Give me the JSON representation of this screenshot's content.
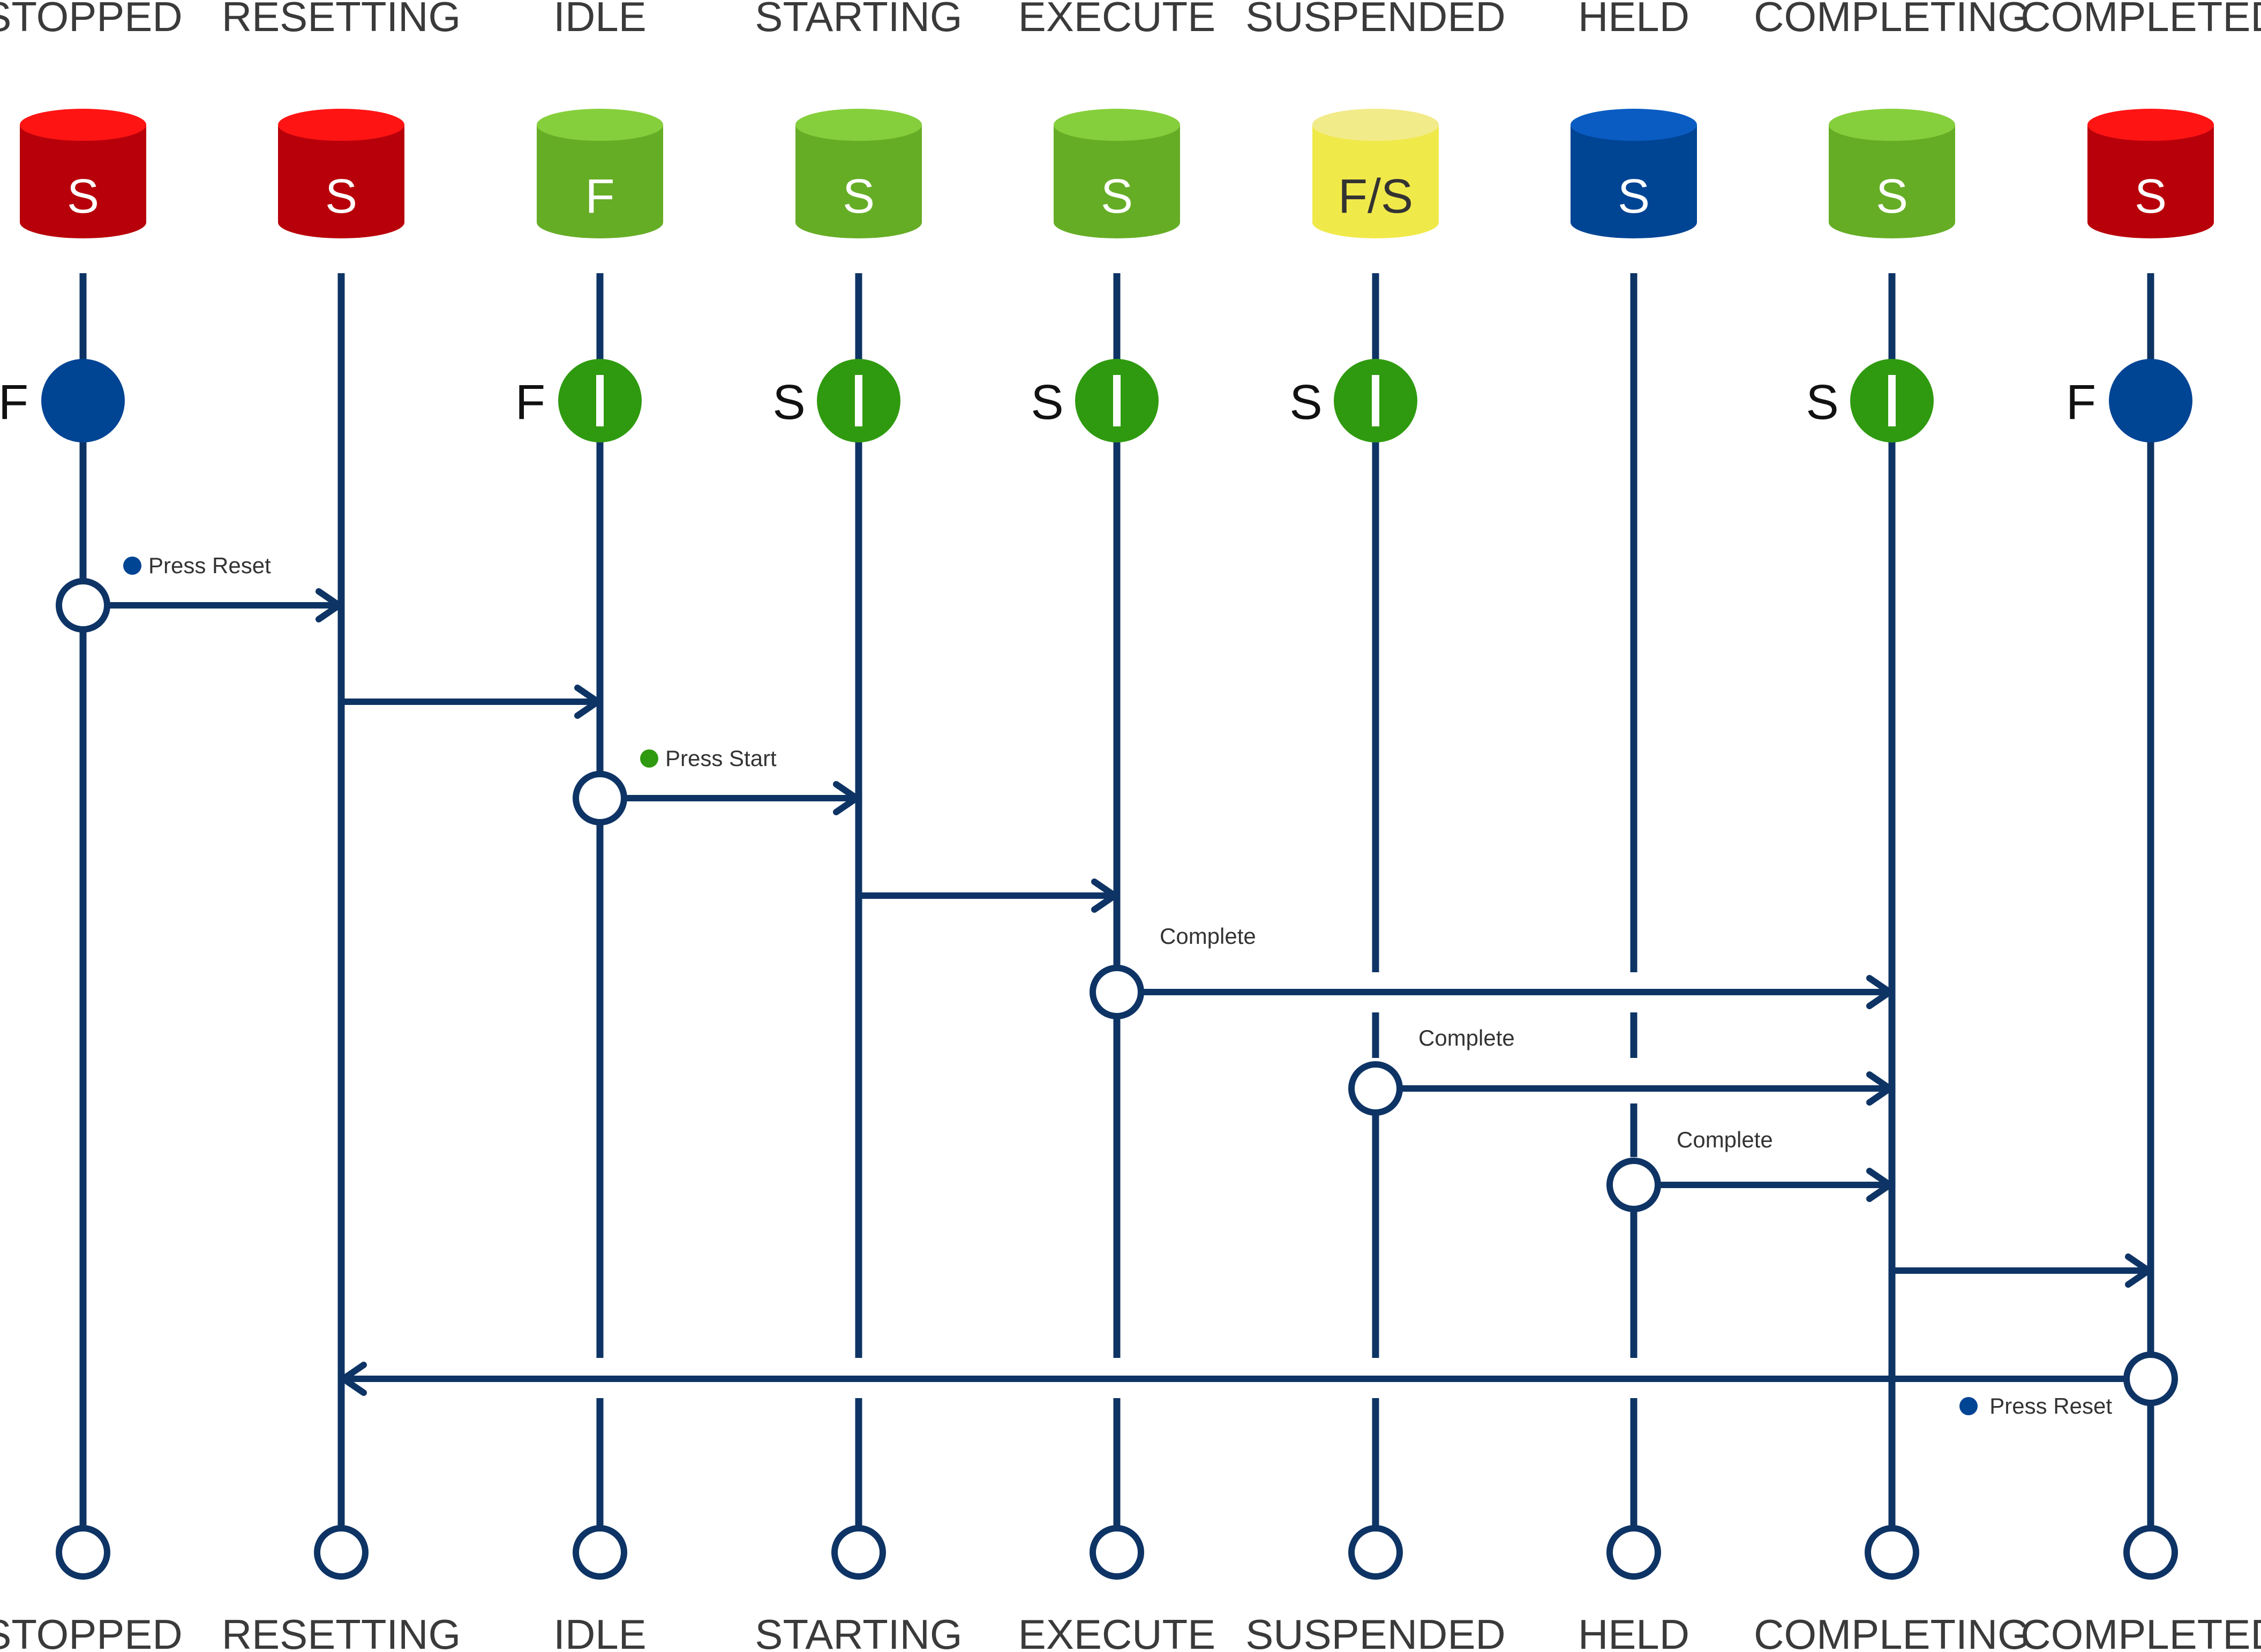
{
  "states": [
    {
      "name": "STOPPED",
      "code": "S",
      "color": "red",
      "indicator": "F",
      "indicator_type": "blue-dot"
    },
    {
      "name": "RESETTING",
      "code": "S",
      "color": "red",
      "indicator": "",
      "indicator_type": "none"
    },
    {
      "name": "IDLE",
      "code": "F",
      "color": "green",
      "indicator": "F",
      "indicator_type": "green-bar"
    },
    {
      "name": "STARTING",
      "code": "S",
      "color": "green",
      "indicator": "S",
      "indicator_type": "green-bar"
    },
    {
      "name": "EXECUTE",
      "code": "S",
      "color": "green",
      "indicator": "S",
      "indicator_type": "green-bar"
    },
    {
      "name": "SUSPENDED",
      "code": "F/S",
      "color": "yellow",
      "indicator": "S",
      "indicator_type": "green-bar"
    },
    {
      "name": "HELD",
      "code": "S",
      "color": "blue",
      "indicator": "",
      "indicator_type": "none"
    },
    {
      "name": "COMPLETING",
      "code": "S",
      "color": "green",
      "indicator": "S",
      "indicator_type": "green-bar"
    },
    {
      "name": "COMPLETED",
      "code": "S",
      "color": "red",
      "indicator": "F",
      "indicator_type": "blue-dot"
    }
  ],
  "transitions": [
    {
      "from": 0,
      "to": 1,
      "label": "Press Reset",
      "trigger_dot": "blue",
      "start_marker": true
    },
    {
      "from": 1,
      "to": 2,
      "label": "",
      "trigger_dot": "",
      "start_marker": false
    },
    {
      "from": 2,
      "to": 3,
      "label": "Press Start",
      "trigger_dot": "green",
      "start_marker": true
    },
    {
      "from": 3,
      "to": 4,
      "label": "",
      "trigger_dot": "",
      "start_marker": false
    },
    {
      "from": 4,
      "to": 7,
      "label": "Complete",
      "trigger_dot": "",
      "start_marker": true
    },
    {
      "from": 5,
      "to": 7,
      "label": "Complete",
      "trigger_dot": "",
      "start_marker": true
    },
    {
      "from": 6,
      "to": 7,
      "label": "Complete",
      "trigger_dot": "",
      "start_marker": true
    },
    {
      "from": 7,
      "to": 8,
      "label": "",
      "trigger_dot": "",
      "start_marker": false
    },
    {
      "from": 8,
      "to": 1,
      "label": "Press Reset",
      "trigger_dot": "blue",
      "start_marker": true
    }
  ],
  "colors": {
    "line": "#0e3465",
    "red_top": "#ff1414",
    "red_body": "#b8000a",
    "green_top": "#86cf3c",
    "green_body": "#66ad26",
    "yellow_top": "#f2eb8a",
    "yellow_body": "#f0e94a",
    "blue_top": "#0a5cc2",
    "blue_body": "#004494",
    "indicator_green": "#2f9a0f",
    "indicator_blue": "#004494",
    "trigger_blue": "#004494",
    "trigger_green": "#2f9a0f"
  }
}
